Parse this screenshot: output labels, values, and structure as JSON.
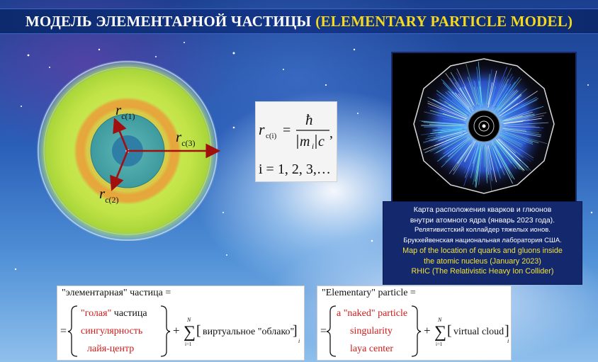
{
  "title": {
    "ru": "МОДЕЛЬ ЭЛЕМЕНТАРНОЙ ЧАСТИЦЫ",
    "en": "(ELEMENTARY PARTICLE MODEL)"
  },
  "diagram": {
    "labels": {
      "r1_base": "r",
      "r1_sub": "c(1)",
      "r2_base": "r",
      "r2_sub": "c(2)",
      "r3_base": "r",
      "r3_sub": "c(3)"
    },
    "colors": {
      "outer": "#c6e84a",
      "orange_ring": "#e8a23a",
      "teal_ring": "#4fa7a7",
      "core": "#2f7ea6",
      "arrow": "#a10f0f"
    }
  },
  "formula": {
    "lhs_base": "r",
    "lhs_sub": "c(i)",
    "eq": "=",
    "numerator": "ħ",
    "denominator_m": "m",
    "denominator_sub": "i",
    "denominator_c": "c",
    "comma": ",",
    "line2": "i = 1, 2, 3,…"
  },
  "caption": {
    "ru_line1": "Карта расположения кварков и глюонов",
    "ru_line2": "внутри атомного ядра (январь 2023 года).",
    "ru_line3": "Релятивистский коллайдер тяжелых ионов.",
    "ru_line4": "Брукхейвенская национальная лаборатория США.",
    "en_line1": "Map of the location of quarks and gluons inside",
    "en_line2": "the atomic nucleus (January 2023)",
    "en_line3": "RHIC (The Relativistic Heavy Ion Collider)"
  },
  "box_ru": {
    "header": "\"элементарная\" частица =",
    "item1_q": "\"голая\"",
    "item1_rest": " частица",
    "item2": "сингулярность",
    "item3": "лайя-центр",
    "plus": "+",
    "sum_top": "N",
    "sum_bottom": "i=1",
    "term": "виртуальное \"облако\"",
    "sub_i": "i",
    "eq": "="
  },
  "box_en": {
    "header": "\"Elementary\" particle =",
    "item1_pre": "a ",
    "item1_q": "\"naked\"",
    "item1_rest": " particle",
    "item2": "singularity",
    "item3": "laya center",
    "plus": "+",
    "sum_top": "N",
    "sum_bottom": "i=1",
    "term": "virtual cloud",
    "sub_i": "i",
    "eq": "="
  }
}
